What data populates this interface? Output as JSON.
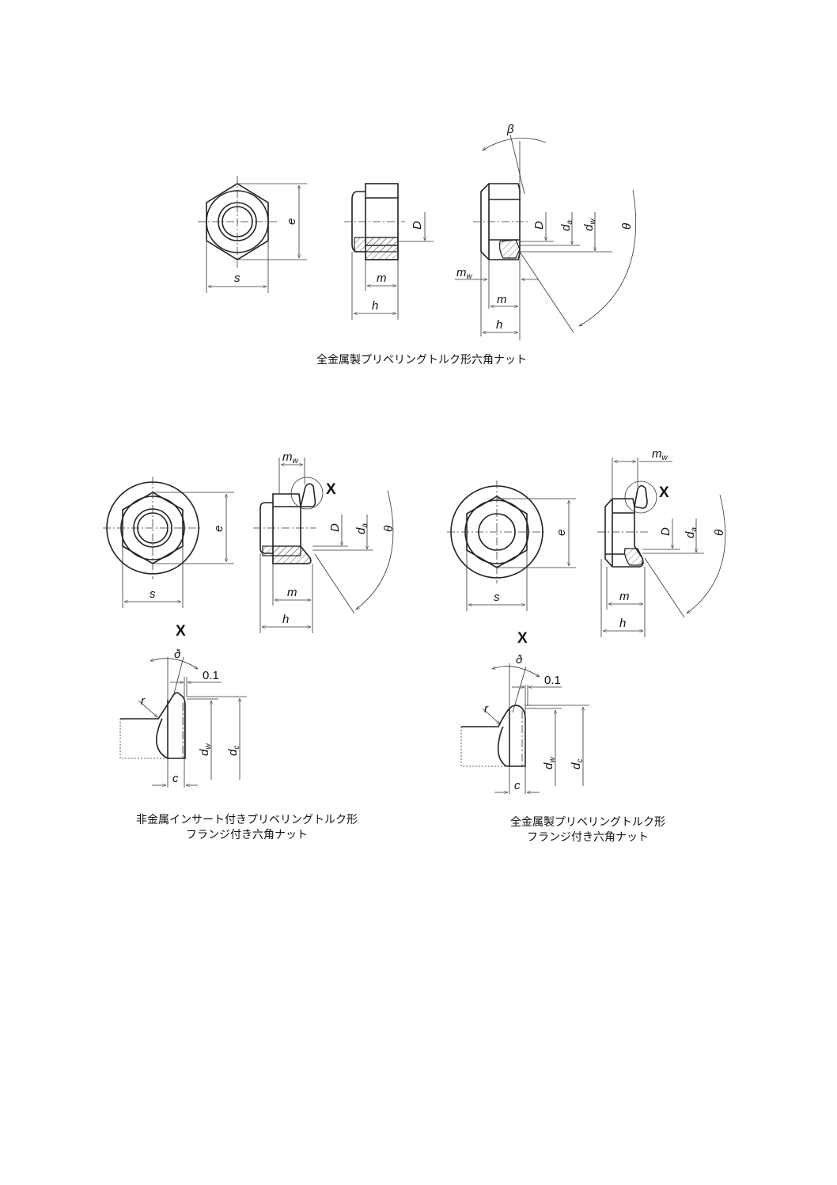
{
  "captions": {
    "top": "全金属製プリベリングトルク形六角ナット",
    "left_line1": "非金属インサート付きプリベリングトルク形",
    "left_line2": "フランジ付き六角ナット",
    "right_line1": "全金属製プリベリングトルク形",
    "right_line2": "フランジ付き六角ナット"
  },
  "labels": {
    "s": "s",
    "e": "e",
    "D": "D",
    "m": "m",
    "h": "h",
    "m_w": "m",
    "w": "w",
    "d": "d",
    "a": "a",
    "c_sub": "c",
    "theta": "θ",
    "beta": "β",
    "delta": "ð",
    "r": "r",
    "c": "c",
    "detail": "X",
    "gap": "0.1"
  }
}
